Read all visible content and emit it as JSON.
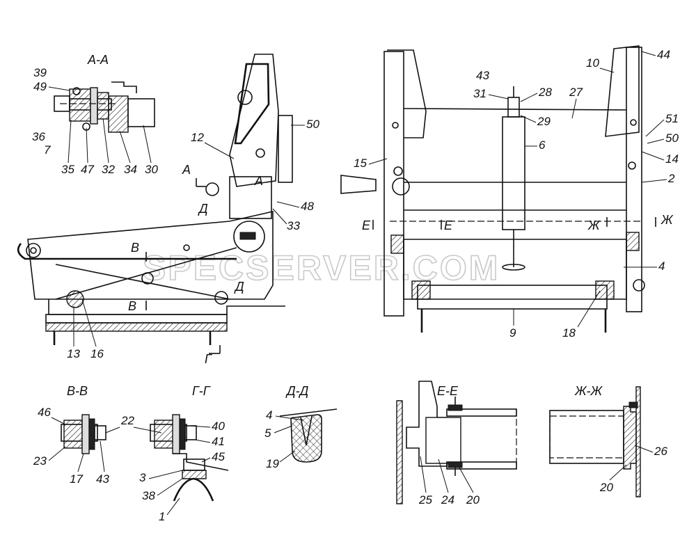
{
  "watermark": "SPECSERVER.COM",
  "sections": [
    "А-А",
    "В-В",
    "Г-Г",
    "Д-Д",
    "Е-Е",
    "Ж-Ж"
  ],
  "cut_marks": [
    "А",
    "А",
    "Д",
    "Д",
    "В",
    "В",
    "Г",
    "Е",
    "Е",
    "Ж",
    "Ж"
  ],
  "callouts": {
    "aa": [
      "39",
      "49",
      "36",
      "7",
      "35",
      "47",
      "32",
      "34",
      "30"
    ],
    "side": [
      "12",
      "50",
      "48",
      "33",
      "13",
      "16"
    ],
    "front": [
      "43",
      "31",
      "28",
      "27",
      "10",
      "44",
      "29",
      "51",
      "50",
      "6",
      "14",
      "15",
      "2",
      "4",
      "18",
      "9"
    ],
    "vv": [
      "46",
      "23",
      "17",
      "43",
      "22"
    ],
    "gg": [
      "40",
      "41",
      "45",
      "3",
      "38",
      "1"
    ],
    "dd": [
      "4",
      "5",
      "19"
    ],
    "ee": [
      "25",
      "24",
      "20"
    ],
    "zz": [
      "26",
      "20"
    ]
  }
}
